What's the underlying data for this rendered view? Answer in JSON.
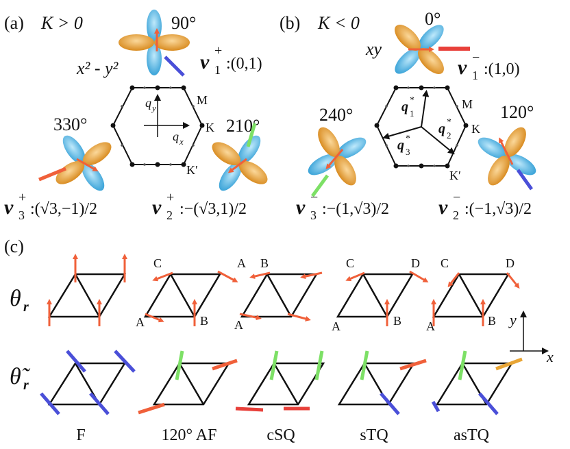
{
  "panels": {
    "a": {
      "tag": "(a)",
      "condition": "K > 0",
      "angle_top": "90°",
      "orbital_top": "x² - y²",
      "vec_top": {
        "sym": "v",
        "idx": "1",
        "sup": "+",
        "val": ":(0,1)"
      },
      "angle_left": "330°",
      "angle_right": "210°",
      "vec_left": {
        "sym": "v",
        "idx": "3",
        "sup": "+",
        "val": ":(√3,−1)/2"
      },
      "vec_right": {
        "sym": "v",
        "idx": "2",
        "sup": "+",
        "val": ":−(√3,1)/2"
      },
      "bz": {
        "qy": "q",
        "qy_sub": "y",
        "qx": "q",
        "qx_sub": "x",
        "M": "M",
        "K": "K",
        "Kp": "K′"
      }
    },
    "b": {
      "tag": "(b)",
      "condition": "K < 0",
      "angle_top": "0°",
      "orbital_top": "xy",
      "vec_top": {
        "sym": "v",
        "idx": "1",
        "sup": "−",
        "val": ":(1,0)"
      },
      "angle_left": "240°",
      "angle_right": "120°",
      "vec_left": {
        "sym": "v",
        "idx": "3",
        "sup": "−",
        "val": ":−(1,√3)/2"
      },
      "vec_right": {
        "sym": "v",
        "idx": "2",
        "sup": "−",
        "val": ":(−1,√3)/2"
      },
      "bz": {
        "q1": "q",
        "q1_sub": "1",
        "q2": "q",
        "q2_sub": "2",
        "q3": "q",
        "q3_sub": "3",
        "star": "*",
        "M": "M",
        "K": "K",
        "Kp": "K′"
      }
    },
    "c": {
      "tag": "(c)",
      "row1_label": "θ",
      "row1_sub": "r",
      "row2_label": "θ̃",
      "row2_sub": "r",
      "axis_y": "y",
      "axis_x": "x",
      "columns": [
        {
          "name": "F",
          "labels": []
        },
        {
          "name": "120° AF",
          "labels": [
            "C",
            "A",
            "A",
            "B"
          ]
        },
        {
          "name": "cSQ",
          "labels": [
            "B",
            "A"
          ]
        },
        {
          "name": "sTQ",
          "labels": [
            "C",
            "D",
            "A",
            "B"
          ]
        },
        {
          "name": "asTQ",
          "labels": [
            "C",
            "D",
            "A",
            "B"
          ]
        }
      ]
    }
  },
  "colors": {
    "arrow": "#f0603a",
    "blue_bar": "#4a4fd8",
    "green_bar": "#7de066",
    "red_bar": "#e8403a",
    "orange_bar": "#e8a535",
    "lobe_blue": "#5bbde8",
    "lobe_orange": "#e8a53a"
  }
}
